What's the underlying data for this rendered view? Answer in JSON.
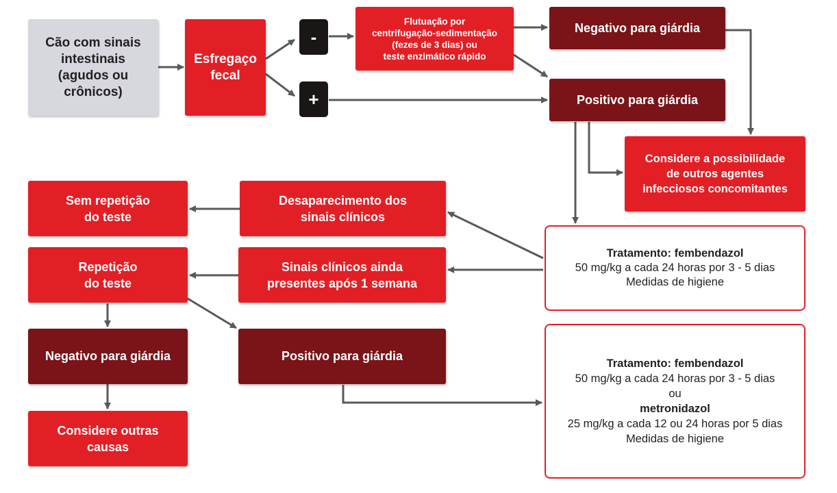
{
  "nodes": {
    "start": [
      "Cão com sinais",
      "intestinais",
      "(agudos ou",
      "crônicos)"
    ],
    "smear": [
      "Esfregaço",
      "fecal"
    ],
    "sign_negative": "-",
    "sign_positive": "+",
    "flotation": [
      "Flutuação por",
      "centrifugação-sedimentação",
      "(fezes de 3 dias) ou",
      "teste enzimático rápido"
    ],
    "negative_top": "Negativo para giárdia",
    "positive_top": "Positivo para giárdia",
    "consider_agents": [
      "Considere a possibilidade",
      "de outros agentes",
      "infecciosos concomitantes"
    ],
    "no_repeat": [
      "Sem repetição",
      "do teste"
    ],
    "disappearance": [
      "Desaparecimento dos",
      "sinais clínicos"
    ],
    "repeat": [
      "Repetição",
      "do teste"
    ],
    "signs_present": [
      "Sinais clínicos ainda",
      "presentes após 1 semana"
    ],
    "negative_bottom": "Negativo para giárdia",
    "positive_bottom": "Positivo para giárdia",
    "consider_other": [
      "Considere outras",
      "causas"
    ],
    "treatment1": {
      "title": "Tratamento: fembendazol",
      "lines": [
        "50 mg/kg a cada 24 horas por 3 - 5 dias",
        "Medidas de higiene"
      ]
    },
    "treatment2": {
      "title": "Tratamento: fembendazol",
      "line1": "50 mg/kg a cada 24 horas por 3 - 5 dias",
      "or": "ou",
      "drug2": "metronidazol",
      "line2": "25 mg/kg a cada 12 ou 24 horas por 5 dias",
      "line3": "Medidas de higiene"
    }
  },
  "colors": {
    "red": "#e31f26",
    "dark_red": "#7a1418",
    "grey_box": "#d6d8dd",
    "sign": "#1a1616",
    "arrow": "#58595b"
  }
}
